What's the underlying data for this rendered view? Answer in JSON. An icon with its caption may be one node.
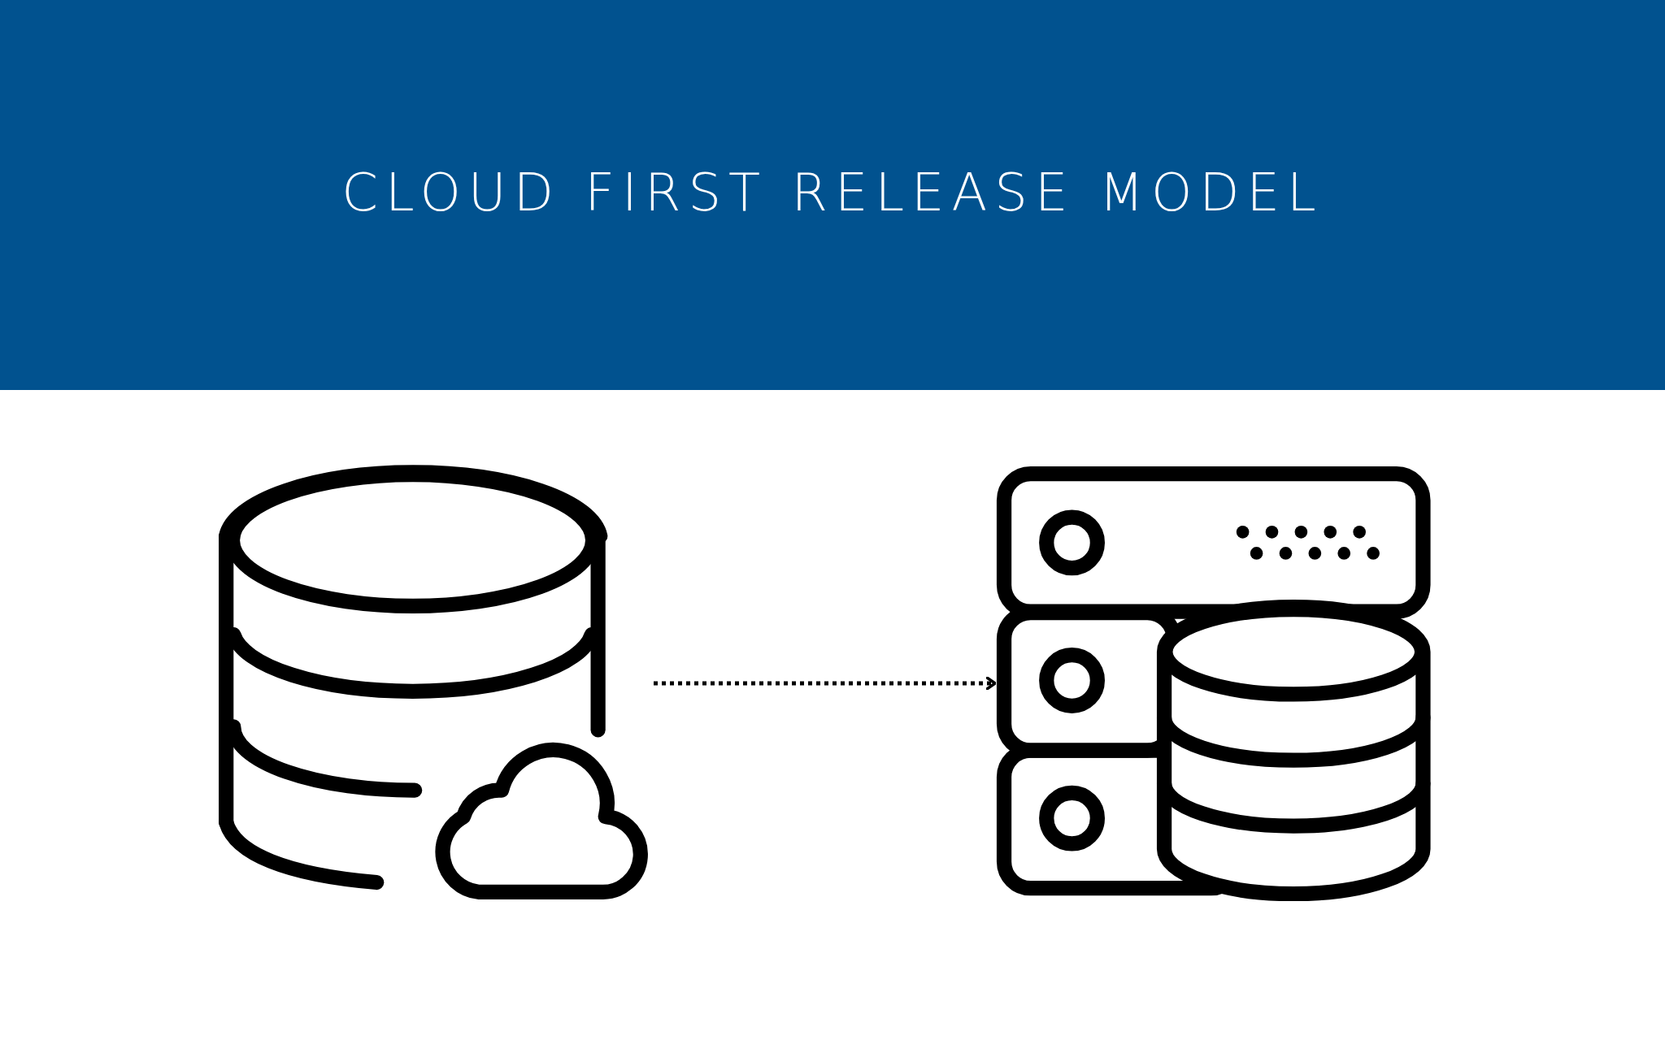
{
  "diagram": {
    "title": "CLOUD FIRST RELEASE MODEL",
    "nodes": [
      {
        "text": [],
        "shape": "picture"
      },
      {
        "text": [],
        "shape": "picture"
      }
    ],
    "edges": [
      {
        "from": 0,
        "to": 1,
        "arrow": "to",
        "style": "dashed"
      }
    ]
  }
}
